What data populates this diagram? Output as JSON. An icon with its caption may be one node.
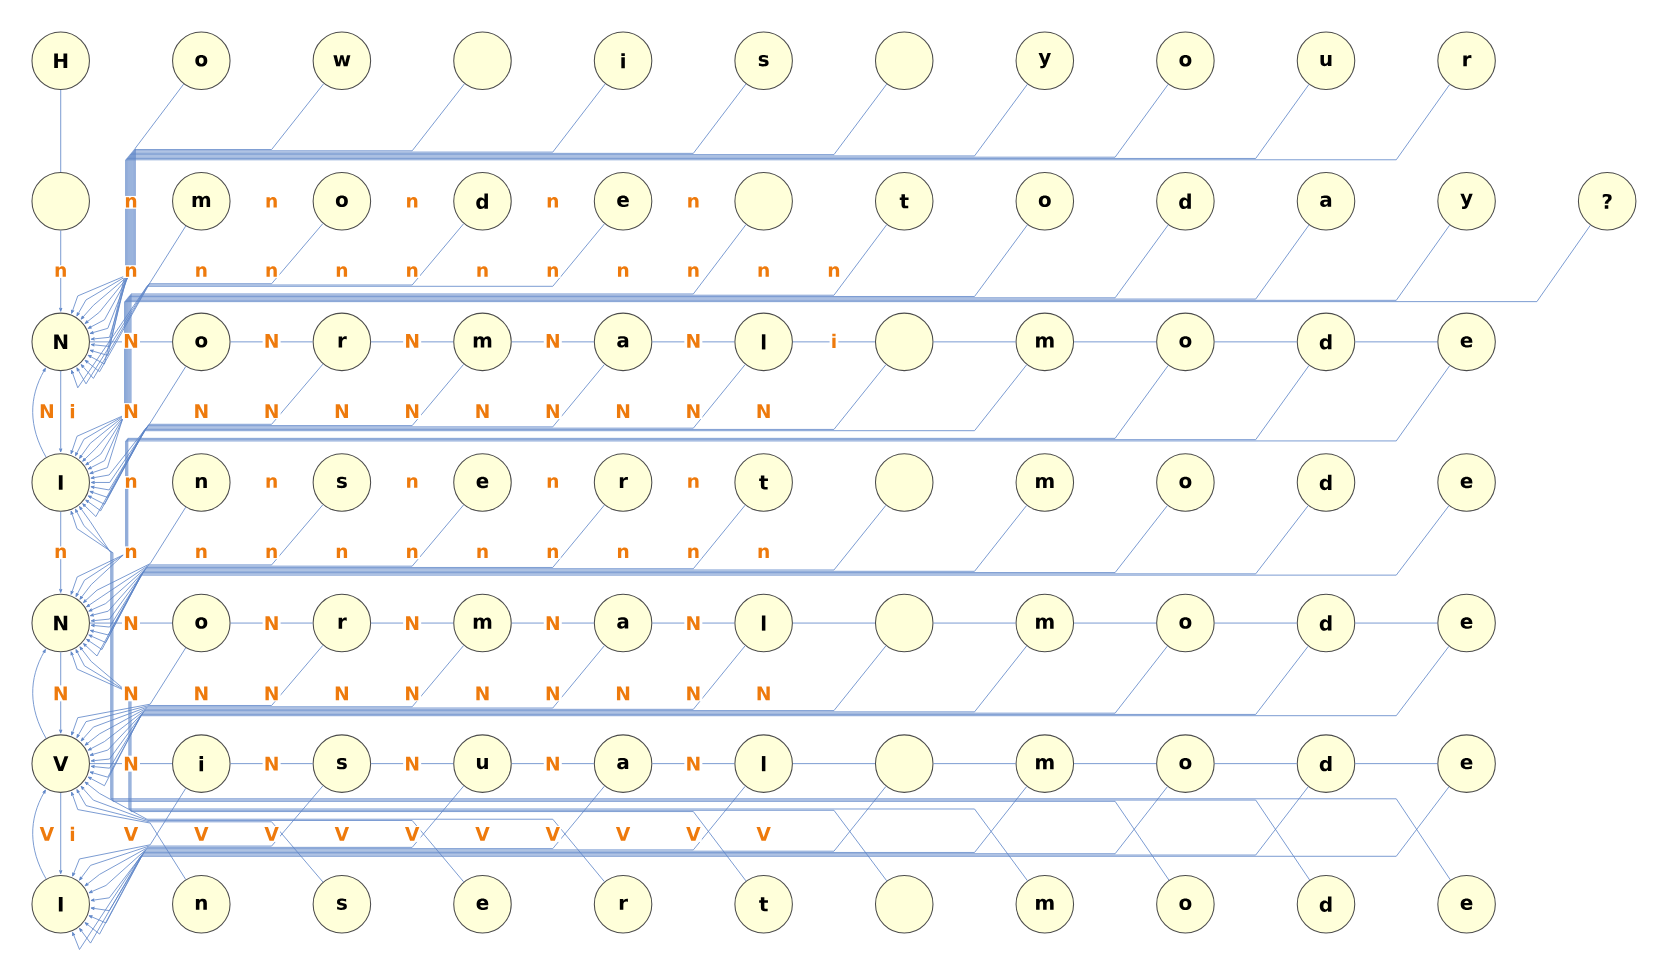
{
  "diagram": {
    "nodes": [
      {
        "text": [
          "H"
        ]
      },
      {
        "text": [
          "o"
        ]
      },
      {
        "text": [
          "w"
        ]
      },
      {
        "text": [],
        "shape": "circle"
      },
      {
        "text": [
          "i"
        ]
      },
      {
        "text": [
          "s"
        ]
      },
      {
        "text": [],
        "shape": "circle"
      },
      {
        "text": [
          "y"
        ]
      },
      {
        "text": [
          "o"
        ]
      },
      {
        "text": [
          "u"
        ]
      },
      {
        "text": [
          "r"
        ]
      },
      {
        "text": [],
        "shape": "circle"
      },
      {
        "text": [
          "m"
        ]
      },
      {
        "text": [
          "o"
        ]
      },
      {
        "text": [
          "d"
        ]
      },
      {
        "text": [
          "e"
        ]
      },
      {
        "text": [],
        "shape": "circle"
      },
      {
        "text": [
          "t"
        ]
      },
      {
        "text": [
          "o"
        ]
      },
      {
        "text": [
          "d"
        ]
      },
      {
        "text": [
          "a"
        ]
      },
      {
        "text": [
          "y"
        ]
      },
      {
        "text": [
          "?"
        ]
      },
      {
        "text": [
          "N"
        ]
      },
      {
        "text": [
          "o"
        ]
      },
      {
        "text": [
          "r"
        ]
      },
      {
        "text": [
          "m"
        ]
      },
      {
        "text": [
          "a"
        ]
      },
      {
        "text": [
          "l"
        ]
      },
      {
        "text": [],
        "shape": "circle"
      },
      {
        "text": [
          "m"
        ]
      },
      {
        "text": [
          "o"
        ]
      },
      {
        "text": [
          "d"
        ]
      },
      {
        "text": [
          "e"
        ]
      },
      {
        "text": [
          "I"
        ]
      },
      {
        "text": [
          "n"
        ]
      },
      {
        "text": [
          "s"
        ]
      },
      {
        "text": [
          "e"
        ]
      },
      {
        "text": [
          "r"
        ]
      },
      {
        "text": [
          "t"
        ]
      },
      {
        "text": [],
        "shape": "circle"
      },
      {
        "text": [
          "m"
        ]
      },
      {
        "text": [
          "o"
        ]
      },
      {
        "text": [
          "d"
        ]
      },
      {
        "text": [
          "e"
        ]
      },
      {
        "text": [
          "N"
        ]
      },
      {
        "text": [
          "o"
        ]
      },
      {
        "text": [
          "r"
        ]
      },
      {
        "text": [
          "m"
        ]
      },
      {
        "text": [
          "a"
        ]
      },
      {
        "text": [
          "l"
        ]
      },
      {
        "text": [],
        "shape": "circle"
      },
      {
        "text": [
          "m"
        ]
      },
      {
        "text": [
          "o"
        ]
      },
      {
        "text": [
          "d"
        ]
      },
      {
        "text": [
          "e"
        ]
      },
      {
        "text": [
          "V"
        ]
      },
      {
        "text": [
          "i"
        ]
      },
      {
        "text": [
          "s"
        ]
      },
      {
        "text": [
          "u"
        ]
      },
      {
        "text": [
          "a"
        ]
      },
      {
        "text": [
          "l"
        ]
      },
      {
        "text": [],
        "shape": "circle"
      },
      {
        "text": [
          "m"
        ]
      },
      {
        "text": [
          "o"
        ]
      },
      {
        "text": [
          "d"
        ]
      },
      {
        "text": [
          "e"
        ]
      },
      {
        "text": [
          "I"
        ]
      },
      {
        "text": [
          "n"
        ]
      },
      {
        "text": [
          "s"
        ]
      },
      {
        "text": [
          "e"
        ]
      },
      {
        "text": [
          "r"
        ]
      },
      {
        "text": [
          "t"
        ]
      },
      {
        "text": [],
        "shape": "circle"
      },
      {
        "text": [
          "m"
        ]
      },
      {
        "text": [
          "o"
        ]
      },
      {
        "text": [
          "d"
        ]
      },
      {
        "text": [
          "e"
        ]
      }
    ],
    "edges": [
      {
        "from": 0,
        "to": 11,
        "arrow": "none"
      },
      {
        "from": 11,
        "to": 23,
        "arrow": "to"
      },
      {
        "from": 1,
        "to": 23,
        "arrow": "to"
      },
      {
        "from": 2,
        "to": 23,
        "arrow": "to"
      },
      {
        "from": 3,
        "to": 23,
        "arrow": "to"
      },
      {
        "from": 4,
        "to": 23,
        "arrow": "to"
      },
      {
        "from": 5,
        "to": 23,
        "arrow": "to"
      },
      {
        "from": 6,
        "to": 23,
        "arrow": "to"
      },
      {
        "from": 7,
        "to": 23,
        "arrow": "to"
      },
      {
        "from": 8,
        "to": 23,
        "arrow": "to"
      },
      {
        "from": 9,
        "to": 23,
        "arrow": "to"
      },
      {
        "from": 10,
        "to": 23,
        "arrow": "to"
      },
      {
        "from": 12,
        "to": 23,
        "arrow": "to"
      },
      {
        "from": 13,
        "to": 23,
        "arrow": "to"
      },
      {
        "from": 14,
        "to": 23,
        "arrow": "to"
      },
      {
        "from": 15,
        "to": 23,
        "arrow": "to"
      },
      {
        "from": 16,
        "to": 34,
        "arrow": "to"
      },
      {
        "from": 17,
        "to": 34,
        "arrow": "to"
      },
      {
        "from": 18,
        "to": 34,
        "arrow": "to"
      },
      {
        "from": 19,
        "to": 34,
        "arrow": "to"
      },
      {
        "from": 20,
        "to": 34,
        "arrow": "to"
      },
      {
        "from": 21,
        "to": 34,
        "arrow": "to"
      },
      {
        "from": 22,
        "to": 34,
        "arrow": "to"
      },
      {
        "from": 23,
        "to": 24,
        "arrow": "none"
      },
      {
        "from": 24,
        "to": 25,
        "arrow": "none"
      },
      {
        "from": 25,
        "to": 26,
        "arrow": "none"
      },
      {
        "from": 26,
        "to": 27,
        "arrow": "none"
      },
      {
        "from": 27,
        "to": 28,
        "arrow": "none"
      },
      {
        "from": 28,
        "to": 29,
        "arrow": "none"
      },
      {
        "from": 29,
        "to": 30,
        "arrow": "none"
      },
      {
        "from": 30,
        "to": 31,
        "arrow": "none"
      },
      {
        "from": 31,
        "to": 32,
        "arrow": "none"
      },
      {
        "from": 32,
        "to": 33,
        "arrow": "none"
      },
      {
        "from": 23,
        "to": 34,
        "arrow": "to"
      },
      {
        "from": 34,
        "to": 23,
        "arrow": "to"
      },
      {
        "from": 24,
        "to": 34,
        "arrow": "to"
      },
      {
        "from": 25,
        "to": 34,
        "arrow": "to"
      },
      {
        "from": 26,
        "to": 34,
        "arrow": "to"
      },
      {
        "from": 27,
        "to": 34,
        "arrow": "to"
      },
      {
        "from": 28,
        "to": 34,
        "arrow": "to"
      },
      {
        "from": 29,
        "to": 34,
        "arrow": "to"
      },
      {
        "from": 30,
        "to": 34,
        "arrow": "to"
      },
      {
        "from": 31,
        "to": 45,
        "arrow": "to"
      },
      {
        "from": 32,
        "to": 45,
        "arrow": "to"
      },
      {
        "from": 33,
        "to": 45,
        "arrow": "to"
      },
      {
        "from": 35,
        "to": 45,
        "arrow": "to"
      },
      {
        "from": 36,
        "to": 45,
        "arrow": "to"
      },
      {
        "from": 37,
        "to": 45,
        "arrow": "to"
      },
      {
        "from": 38,
        "to": 45,
        "arrow": "to"
      },
      {
        "from": 39,
        "to": 45,
        "arrow": "to"
      },
      {
        "from": 40,
        "to": 45,
        "arrow": "to"
      },
      {
        "from": 41,
        "to": 45,
        "arrow": "to"
      },
      {
        "from": 42,
        "to": 45,
        "arrow": "to"
      },
      {
        "from": 43,
        "to": 45,
        "arrow": "to"
      },
      {
        "from": 44,
        "to": 45,
        "arrow": "to"
      },
      {
        "from": 34,
        "to": 45,
        "arrow": "to"
      },
      {
        "from": 45,
        "to": 46,
        "arrow": "none"
      },
      {
        "from": 46,
        "to": 47,
        "arrow": "none"
      },
      {
        "from": 47,
        "to": 48,
        "arrow": "none"
      },
      {
        "from": 48,
        "to": 49,
        "arrow": "none"
      },
      {
        "from": 49,
        "to": 50,
        "arrow": "none"
      },
      {
        "from": 50,
        "to": 51,
        "arrow": "none"
      },
      {
        "from": 51,
        "to": 52,
        "arrow": "none"
      },
      {
        "from": 52,
        "to": 53,
        "arrow": "none"
      },
      {
        "from": 53,
        "to": 54,
        "arrow": "none"
      },
      {
        "from": 54,
        "to": 55,
        "arrow": "none"
      },
      {
        "from": 45,
        "to": 56,
        "arrow": "to"
      },
      {
        "from": 56,
        "to": 45,
        "arrow": "to"
      },
      {
        "from": 46,
        "to": 56,
        "arrow": "to"
      },
      {
        "from": 47,
        "to": 56,
        "arrow": "to"
      },
      {
        "from": 48,
        "to": 56,
        "arrow": "to"
      },
      {
        "from": 49,
        "to": 56,
        "arrow": "to"
      },
      {
        "from": 50,
        "to": 56,
        "arrow": "to"
      },
      {
        "from": 51,
        "to": 56,
        "arrow": "to"
      },
      {
        "from": 52,
        "to": 56,
        "arrow": "to"
      },
      {
        "from": 53,
        "to": 56,
        "arrow": "to"
      },
      {
        "from": 54,
        "to": 56,
        "arrow": "to"
      },
      {
        "from": 55,
        "to": 56,
        "arrow": "to"
      },
      {
        "from": 56,
        "to": 57,
        "arrow": "none"
      },
      {
        "from": 57,
        "to": 58,
        "arrow": "none"
      },
      {
        "from": 58,
        "to": 59,
        "arrow": "none"
      },
      {
        "from": 59,
        "to": 60,
        "arrow": "none"
      },
      {
        "from": 60,
        "to": 61,
        "arrow": "none"
      },
      {
        "from": 61,
        "to": 62,
        "arrow": "none"
      },
      {
        "from": 62,
        "to": 63,
        "arrow": "none"
      },
      {
        "from": 63,
        "to": 64,
        "arrow": "none"
      },
      {
        "from": 64,
        "to": 65,
        "arrow": "none"
      },
      {
        "from": 65,
        "to": 66,
        "arrow": "none"
      },
      {
        "from": 57,
        "to": 67,
        "arrow": "to"
      },
      {
        "from": 58,
        "to": 67,
        "arrow": "to"
      },
      {
        "from": 59,
        "to": 67,
        "arrow": "to"
      },
      {
        "from": 60,
        "to": 67,
        "arrow": "to"
      },
      {
        "from": 61,
        "to": 67,
        "arrow": "to"
      },
      {
        "from": 62,
        "to": 67,
        "arrow": "to"
      },
      {
        "from": 63,
        "to": 67,
        "arrow": "to"
      },
      {
        "from": 64,
        "to": 67,
        "arrow": "to"
      },
      {
        "from": 65,
        "to": 67,
        "arrow": "to"
      },
      {
        "from": 66,
        "to": 67,
        "arrow": "to"
      },
      {
        "from": 56,
        "to": 67,
        "arrow": "to"
      },
      {
        "from": 67,
        "to": 56,
        "arrow": "to"
      },
      {
        "from": 68,
        "to": 56,
        "arrow": "to"
      },
      {
        "from": 69,
        "to": 56,
        "arrow": "to"
      },
      {
        "from": 70,
        "to": 56,
        "arrow": "to"
      },
      {
        "from": 71,
        "to": 56,
        "arrow": "to"
      },
      {
        "from": 72,
        "to": 45,
        "arrow": "to"
      },
      {
        "from": 73,
        "to": 45,
        "arrow": "to"
      },
      {
        "from": 74,
        "to": 45,
        "arrow": "to"
      },
      {
        "from": 75,
        "to": 34,
        "arrow": "to"
      },
      {
        "from": 76,
        "to": 34,
        "arrow": "to"
      },
      {
        "from": 77,
        "to": 34,
        "arrow": "to"
      }
    ],
    "labels": [
      "n",
      "n",
      "n",
      "n",
      "n",
      "n",
      "n",
      "n",
      "n",
      "n",
      "n",
      "n",
      "n",
      "n",
      "n",
      "n",
      "n",
      "N",
      "N",
      "N",
      "N",
      "N",
      "i",
      "N",
      "i",
      "N",
      "N",
      "N",
      "N",
      "N",
      "N",
      "N",
      "N",
      "N",
      "N",
      "n",
      "n",
      "n",
      "n",
      "n",
      "n",
      "n",
      "n",
      "n",
      "n",
      "n",
      "n",
      "n",
      "n",
      "n",
      "n",
      "N",
      "N",
      "N",
      "N",
      "N",
      "N",
      "N",
      "N",
      "N",
      "N",
      "N",
      "N",
      "N",
      "N",
      "N",
      "N",
      "N",
      "N",
      "N",
      "N",
      "N",
      "V",
      "i",
      "V",
      "V",
      "V",
      "V",
      "V",
      "V",
      "V",
      "V",
      "V",
      "V"
    ]
  }
}
